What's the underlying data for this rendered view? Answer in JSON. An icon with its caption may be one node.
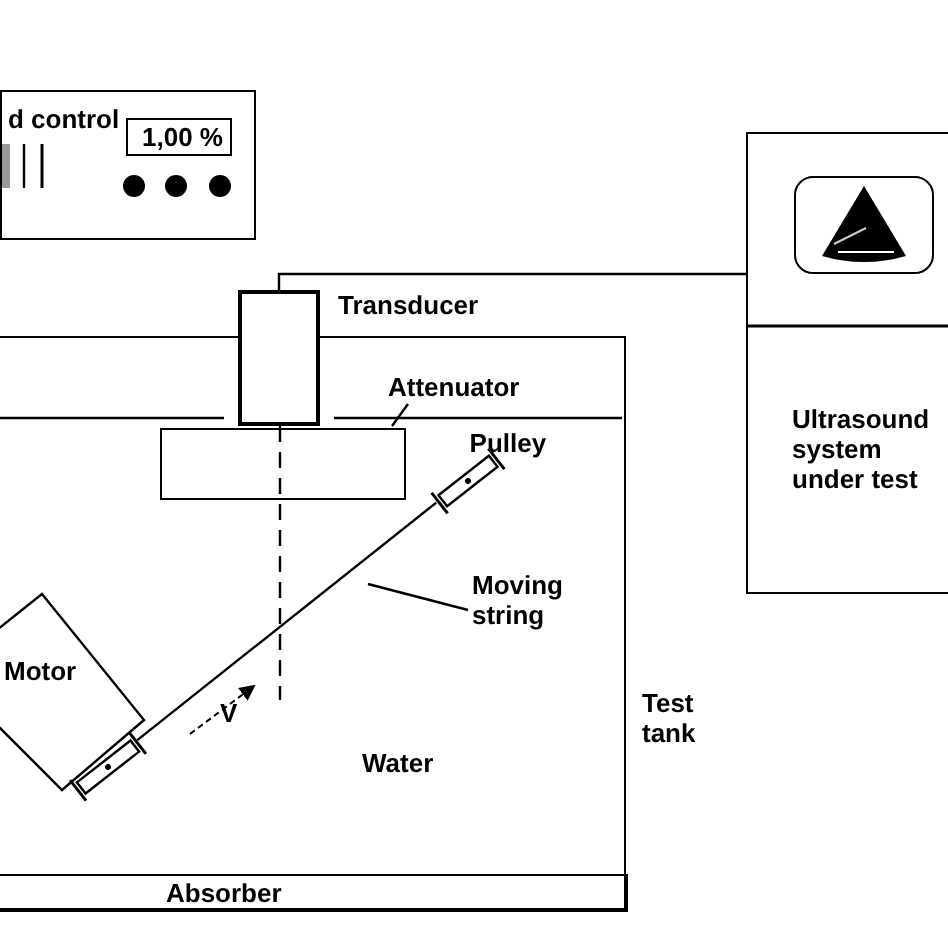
{
  "diagram": {
    "nodes": [
      {
        "text": [
          "d control"
        ]
      },
      {
        "text": [
          "1,00 %"
        ],
        "in": 0
      },
      {
        "text": [
          "Ultrasound system under test"
        ]
      },
      {
        "text": [],
        "shape": "box",
        "beside": [
          "Transducer"
        ]
      },
      {
        "text": [
          "Water"
        ],
        "beside": [
          "Test tank"
        ]
      },
      {
        "text": [
          "Attenuator"
        ],
        "in": 4
      },
      {
        "text": [],
        "shape": "box",
        "in": 4
      },
      {
        "text": [],
        "shape": "pulley",
        "beside": [
          "Pulley"
        ],
        "in": 4
      },
      {
        "text": [
          "Moving string"
        ],
        "in": 4
      },
      {
        "text": [
          "Motor"
        ],
        "in": 4
      },
      {
        "text": [],
        "shape": "pulley",
        "in": 4
      },
      {
        "text": [
          "Absorber"
        ],
        "in": 4
      }
    ],
    "edges": [
      {
        "from": 3,
        "to": 2,
        "arrow": "none"
      },
      {
        "from": 5,
        "to": 6,
        "arrow": "none"
      },
      {
        "from": 10,
        "to": 7,
        "arrow": "none"
      },
      {
        "from": 8,
        "to": null,
        "arrow": "none"
      }
    ],
    "labels": [
      "V"
    ]
  }
}
